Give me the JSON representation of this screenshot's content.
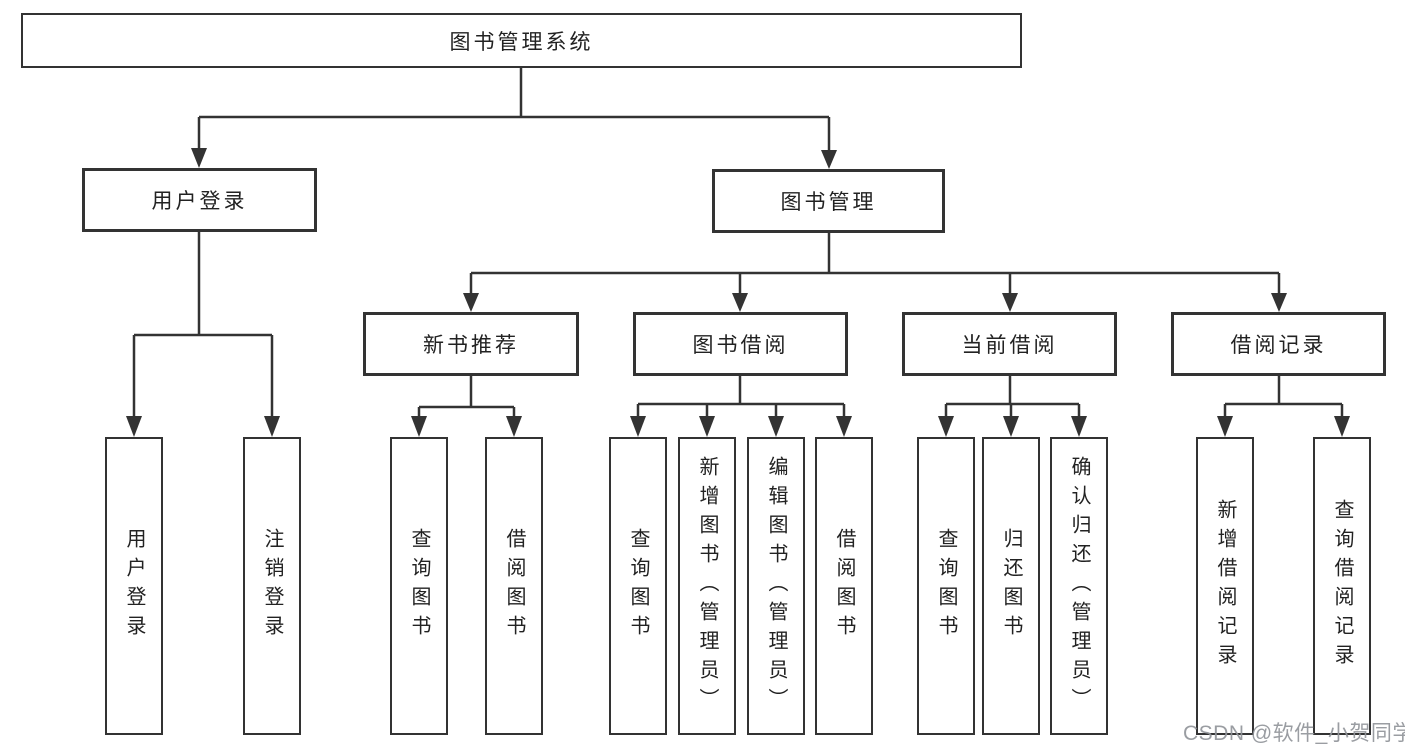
{
  "diagram": {
    "root": {
      "label": "图书管理系统"
    },
    "branches": [
      {
        "label": "用户登录",
        "children": [
          {
            "label": "用户登录"
          },
          {
            "label": "注销登录"
          }
        ]
      },
      {
        "label": "图书管理",
        "children": [
          {
            "label": "新书推荐",
            "children": [
              {
                "label": "查询图书"
              },
              {
                "label": "借阅图书"
              }
            ]
          },
          {
            "label": "图书借阅",
            "children": [
              {
                "label": "查询图书"
              },
              {
                "label": "新增图书（管理员）"
              },
              {
                "label": "编辑图书（管理员）"
              },
              {
                "label": "借阅图书"
              }
            ]
          },
          {
            "label": "当前借阅",
            "children": [
              {
                "label": "查询图书"
              },
              {
                "label": "归还图书"
              },
              {
                "label": "确认归还（管理员）"
              }
            ]
          },
          {
            "label": "借阅记录",
            "children": [
              {
                "label": "新增借阅记录"
              },
              {
                "label": "查询借阅记录"
              }
            ]
          }
        ]
      }
    ],
    "watermark": "CSDN @软件_小贺同学"
  },
  "colors": {
    "line": "#333333",
    "box_border": "#333333",
    "text": "#222222",
    "background": "#ffffff",
    "watermark": "#91959a"
  }
}
